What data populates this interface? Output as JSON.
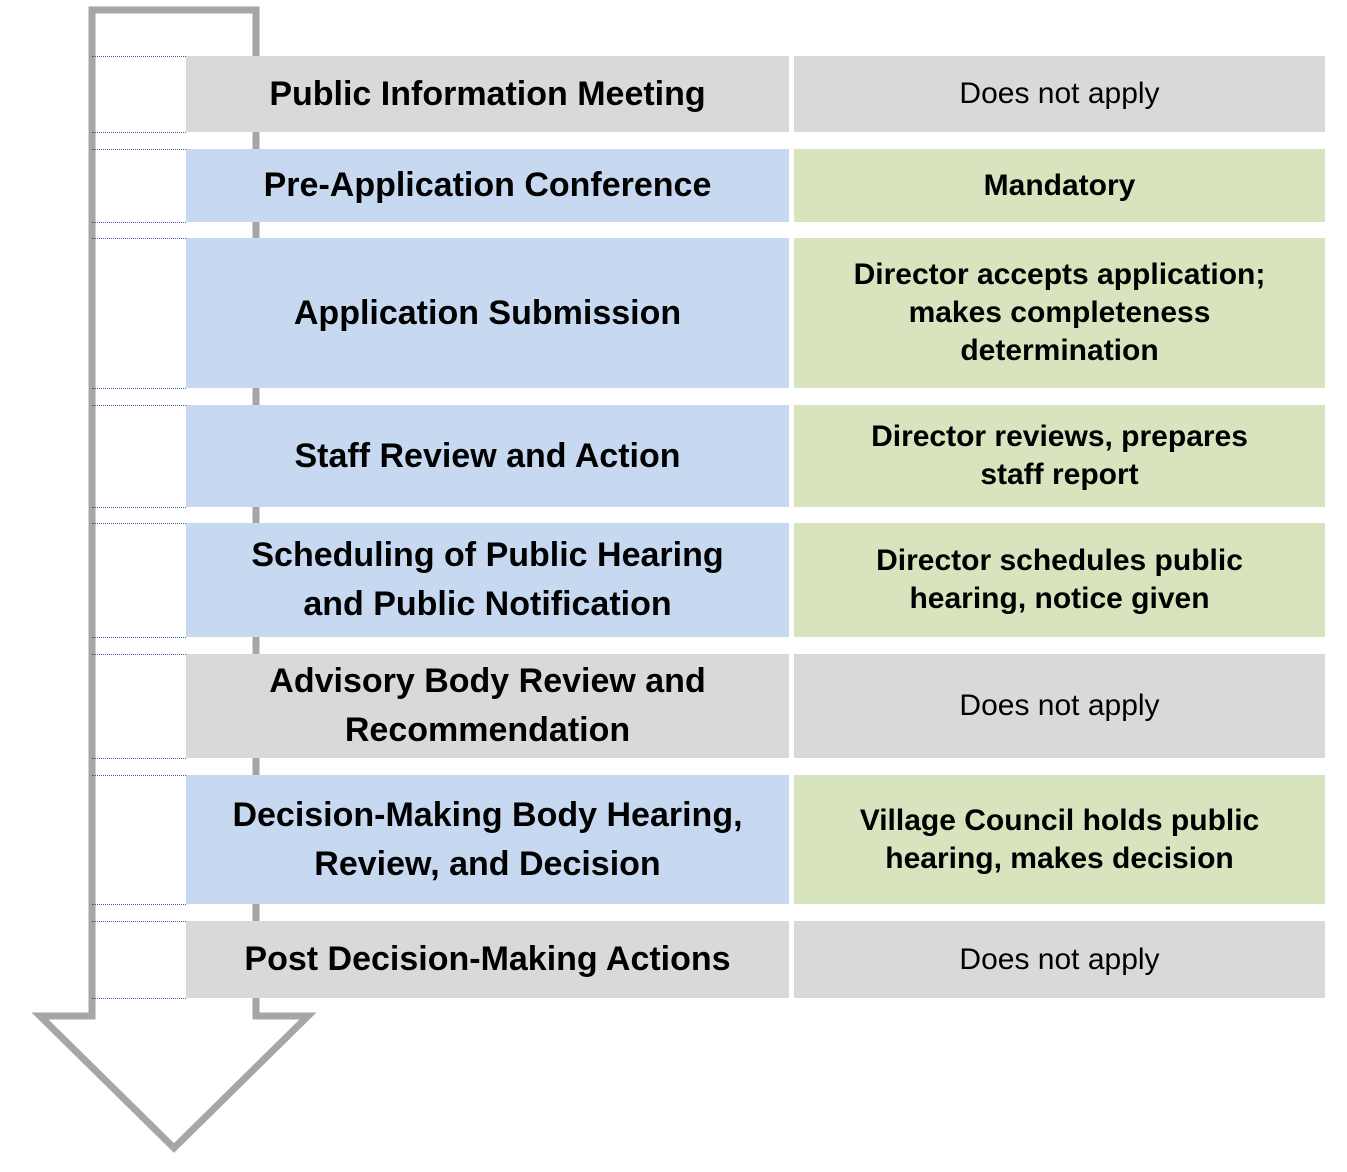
{
  "colors": {
    "arrow": "#a6a6a6",
    "step_applies": "#c6d9f1",
    "step_not_applicable": "#d9d9d9",
    "desc_applies": "#d7e4bd",
    "desc_not_applicable": "#d9d9d9"
  },
  "steps": [
    {
      "label": "Public Information Meeting",
      "description": "Does not apply",
      "applies": false
    },
    {
      "label": "Pre-Application Conference",
      "description": "Mandatory",
      "applies": true
    },
    {
      "label": "Application Submission",
      "description": "Director accepts application;\nmakes completeness\ndetermination",
      "applies": true
    },
    {
      "label": "Staff Review and Action",
      "description": "Director reviews, prepares\nstaff report",
      "applies": true
    },
    {
      "label": "Scheduling of Public Hearing\nand Public Notification",
      "description": "Director schedules public\nhearing, notice given",
      "applies": true
    },
    {
      "label": "Advisory Body Review and\nRecommendation",
      "description": "Does not apply",
      "applies": false
    },
    {
      "label": "Decision-Making Body Hearing,\nReview, and Decision",
      "description": "Village Council holds public\nhearing, makes decision",
      "applies": true
    },
    {
      "label": "Post Decision-Making Actions",
      "description": "Does not apply",
      "applies": false
    }
  ]
}
